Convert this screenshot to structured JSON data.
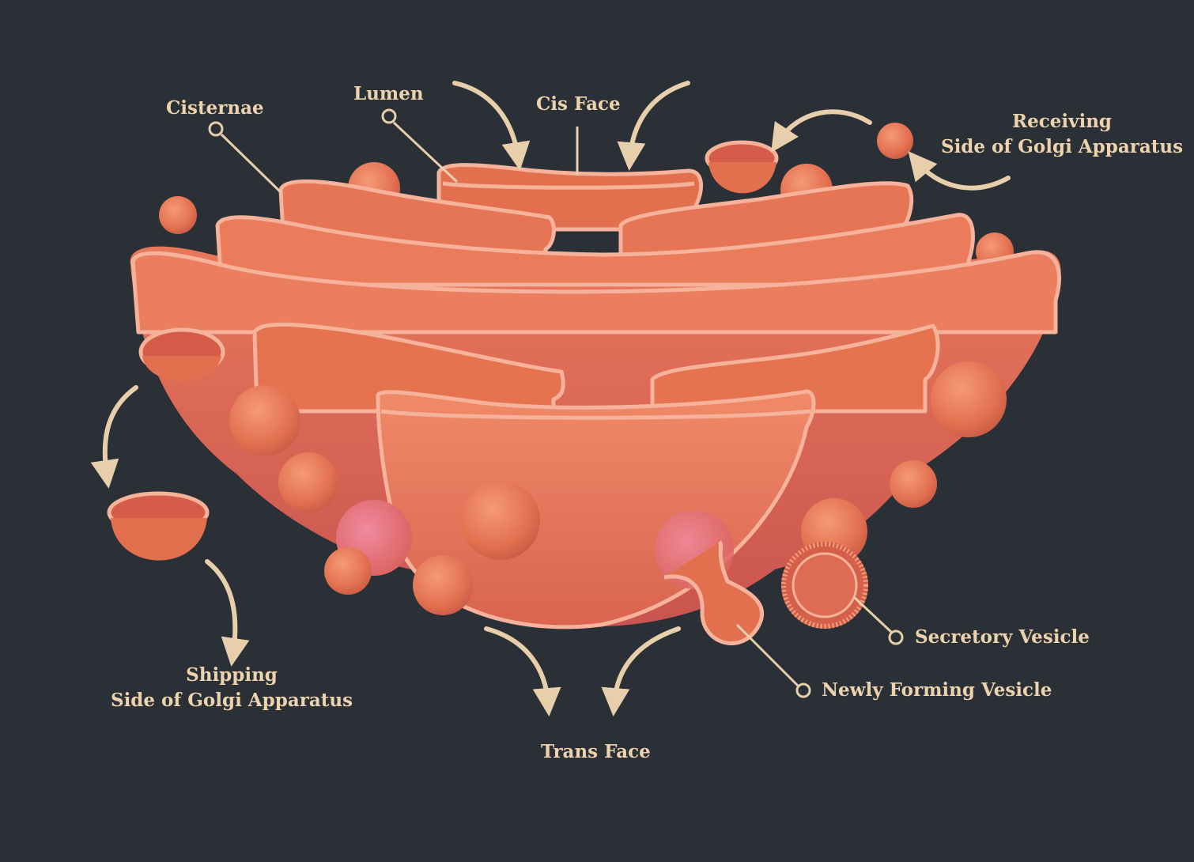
{
  "labels": {
    "cisternae": "Cisternae",
    "lumen": "Lumen",
    "cis_face": "Cis Face",
    "receiving": {
      "line1": "Receiving",
      "line2": "Side of Golgi Apparatus"
    },
    "shipping": {
      "line1": "Shipping",
      "line2": "Side of Golgi Apparatus"
    },
    "trans_face": "Trans Face",
    "secretory_vesicle": "Secretory Vesicle",
    "newly_forming_vesicle": "Newly Forming Vesicle"
  },
  "colors": {
    "background": "#2b2f36",
    "label": "#ecd3ad",
    "leader": "#e6cfaa",
    "organelle": "#e8785a",
    "organelle_rim": "#f6b29a",
    "organelle_dark": "#c95a4a"
  }
}
